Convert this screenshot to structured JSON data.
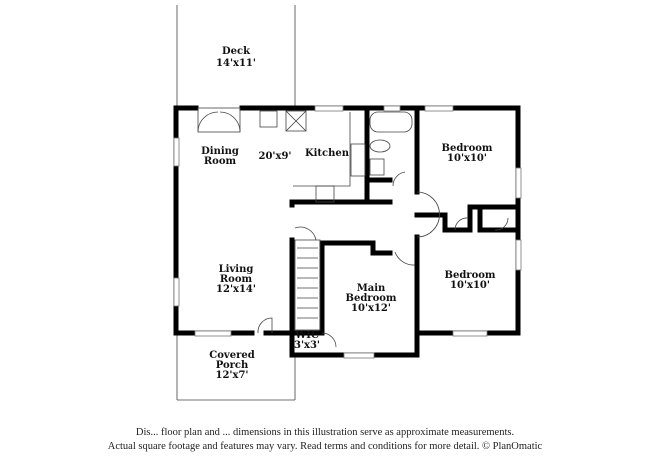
{
  "rooms": {
    "deck": {
      "name": "Deck",
      "size": "14'x11'"
    },
    "dining": {
      "name_line1": "Dining",
      "name_line2": "Room"
    },
    "kitchen_combo_size": "20'x9'",
    "kitchen": {
      "name": "Kitchen"
    },
    "bedroom1": {
      "name": "Bedroom",
      "size": "10'x10'"
    },
    "bedroom2": {
      "name": "Bedroom",
      "size": "10'x10'"
    },
    "living": {
      "name_line1": "Living",
      "name_line2": "Room",
      "size": "12'x14'"
    },
    "main_bedroom": {
      "name_line1": "Main",
      "name_line2": "Bedroom",
      "size": "10'x12'"
    },
    "wic": {
      "name": "WIC",
      "size": "3'x3'"
    },
    "porch": {
      "name_line1": "Covered",
      "name_line2": "Porch",
      "size": "12'x7'"
    }
  },
  "disclaimer": {
    "line1": "Dis... floor plan and ... dimensions in this illustration serve as approximate measurements.",
    "line2": "Actual square footage and features may vary. Read terms and conditions for more detail. © PlanOmatic"
  }
}
